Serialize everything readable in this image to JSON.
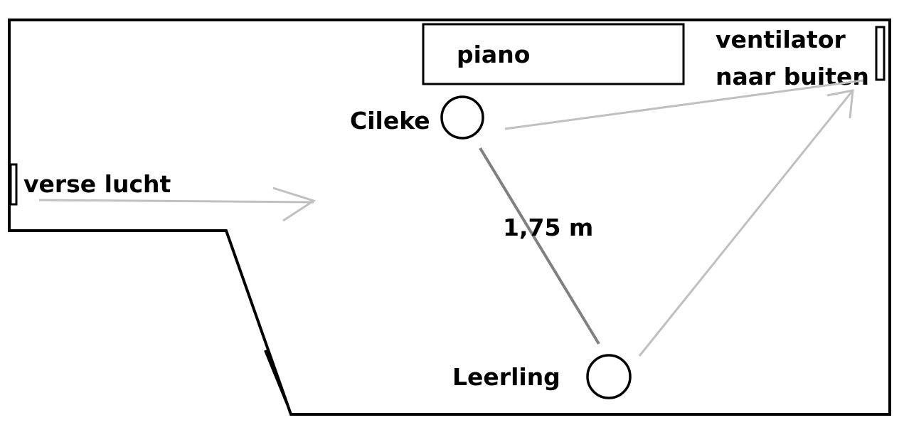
{
  "labels": {
    "piano": "piano",
    "ventilator_line1": "ventilator",
    "ventilator_line2": "naar buiten",
    "teacher": "Cileke",
    "fresh_air": "verse lucht",
    "distance": "1,75 m",
    "student": "Leerling"
  },
  "colors": {
    "walls": "#000000",
    "airflow": "#c0c0c0",
    "distance_line": "#808080"
  }
}
